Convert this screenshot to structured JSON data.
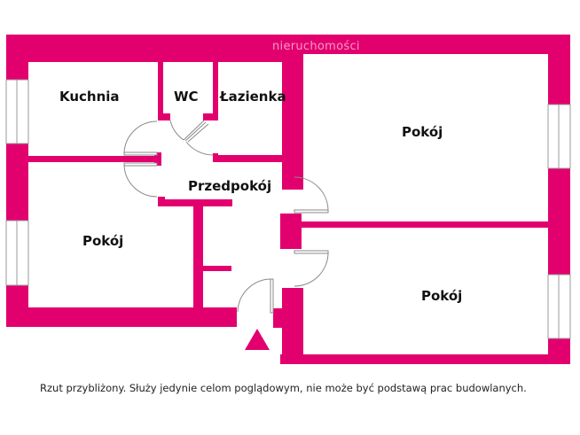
{
  "brand": {
    "watermark": "nieruchomości",
    "color": "#e2006f"
  },
  "rooms": [
    {
      "id": "kuchnia",
      "label": "Kuchnia"
    },
    {
      "id": "wc",
      "label": "WC"
    },
    {
      "id": "lazienka",
      "label": "Łazienka"
    },
    {
      "id": "pokoj-ne",
      "label": "Pokój"
    },
    {
      "id": "przedpokoj",
      "label": "Przedpokój"
    },
    {
      "id": "pokoj-w",
      "label": "Pokój"
    },
    {
      "id": "pokoj-se",
      "label": "Pokój"
    }
  ],
  "entrance": {
    "icon": "triangle-up"
  },
  "footer": {
    "disclaimer": "Rzut przybliżony. Służy jedynie celom poglądowym, nie może być podstawą prac budowlanych."
  }
}
